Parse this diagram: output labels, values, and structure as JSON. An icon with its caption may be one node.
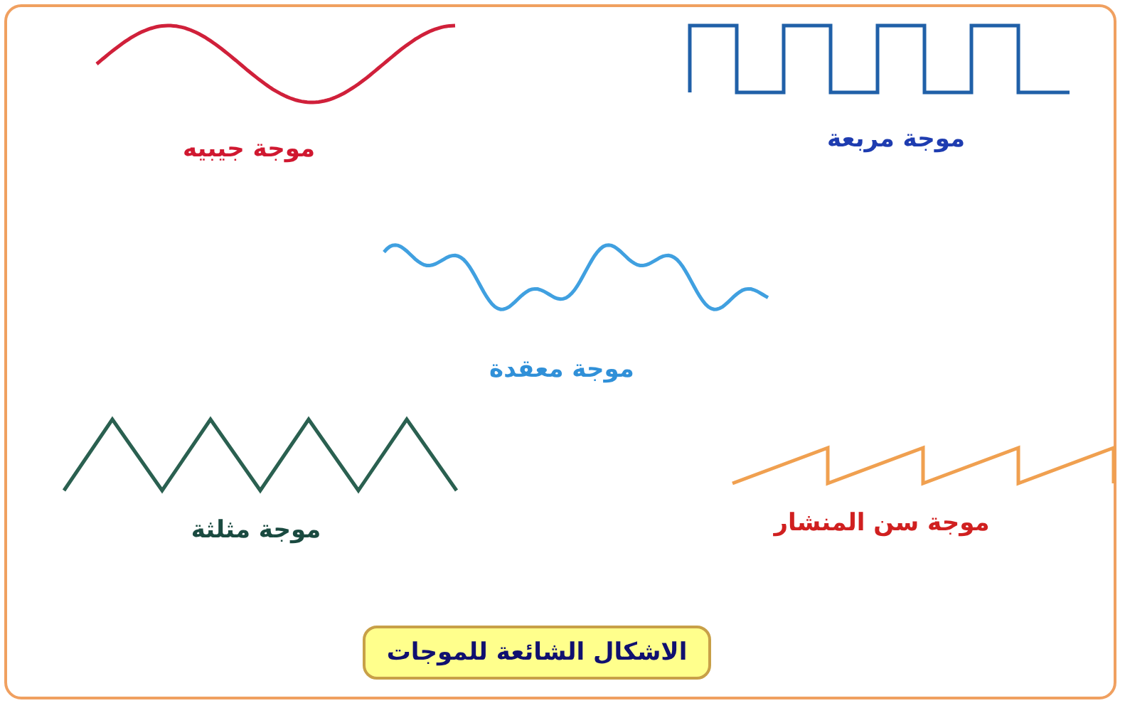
{
  "diagram": {
    "nodes": [
      {
        "text": [
          "الاشكال الشائعة للموجات"
        ]
      }
    ],
    "edges": [],
    "labels": [
      "موجة جيبيه",
      "موجة مربعة",
      "موجة معقدة",
      "موجة مثلثة",
      "موجة سن المنشار"
    ]
  }
}
